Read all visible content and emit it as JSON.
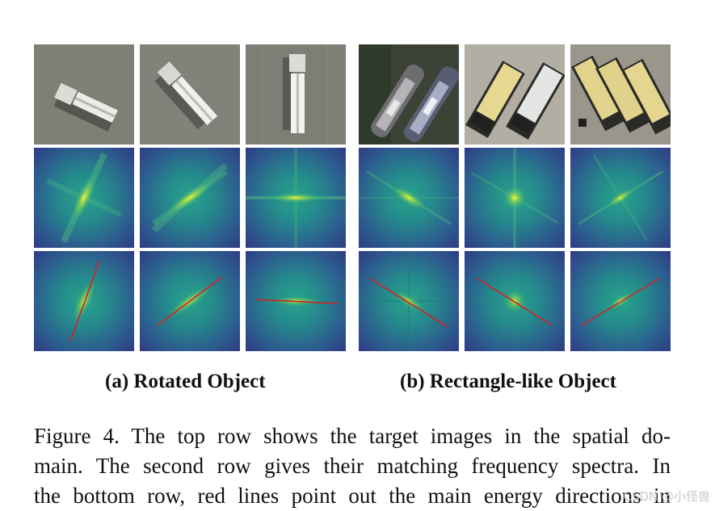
{
  "figure": {
    "subfigures": [
      {
        "label": "(a) Rotated Object"
      },
      {
        "label": "(b) Rectangle-like Object"
      }
    ],
    "rows": [
      "spatial domain images",
      "frequency spectra",
      "frequency spectra with main energy directions"
    ]
  },
  "caption": {
    "lines": [
      "Figure 4.  The top row shows the target images in the spatial do-",
      "main. The second row gives their matching frequency spectra. In",
      "the bottom row, red lines point out the main energy directions in"
    ]
  },
  "watermark": "CSDN @小怪兽",
  "colors": {
    "spectrum_dark": "#2b3f87",
    "spectrum_mid": "#22908d",
    "spectrum_bright": "#e6ee3a",
    "direction_line": "#d81f1f"
  }
}
